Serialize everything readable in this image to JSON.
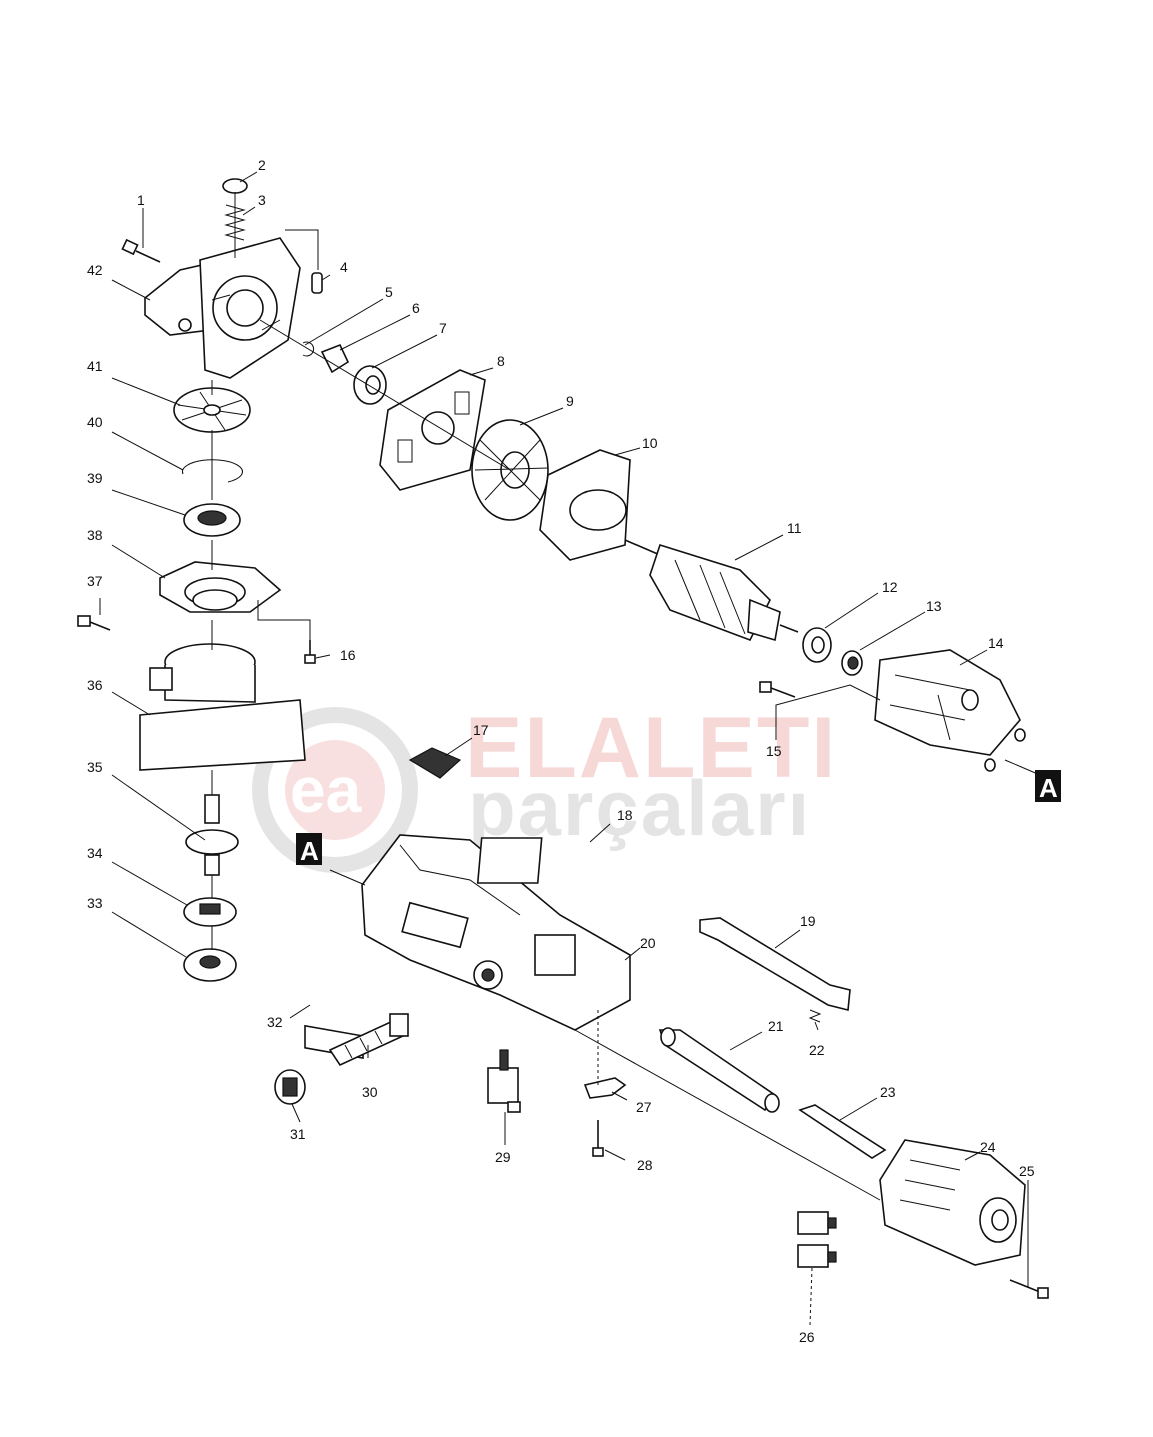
{
  "watermark": {
    "logo_text": "ea",
    "line1": "ELALETI",
    "line2": "parçaları",
    "colors": {
      "line1": "#d9534f",
      "line2": "#888888"
    }
  },
  "section_marks": [
    "A",
    "A"
  ],
  "part_numbers": [
    "1",
    "2",
    "3",
    "4",
    "5",
    "6",
    "7",
    "8",
    "9",
    "10",
    "11",
    "12",
    "13",
    "14",
    "15",
    "16",
    "17",
    "18",
    "19",
    "20",
    "21",
    "22",
    "23",
    "24",
    "25",
    "26",
    "27",
    "28",
    "29",
    "30",
    "31",
    "32",
    "33",
    "34",
    "35",
    "36",
    "37",
    "38",
    "39",
    "40",
    "41",
    "42"
  ]
}
